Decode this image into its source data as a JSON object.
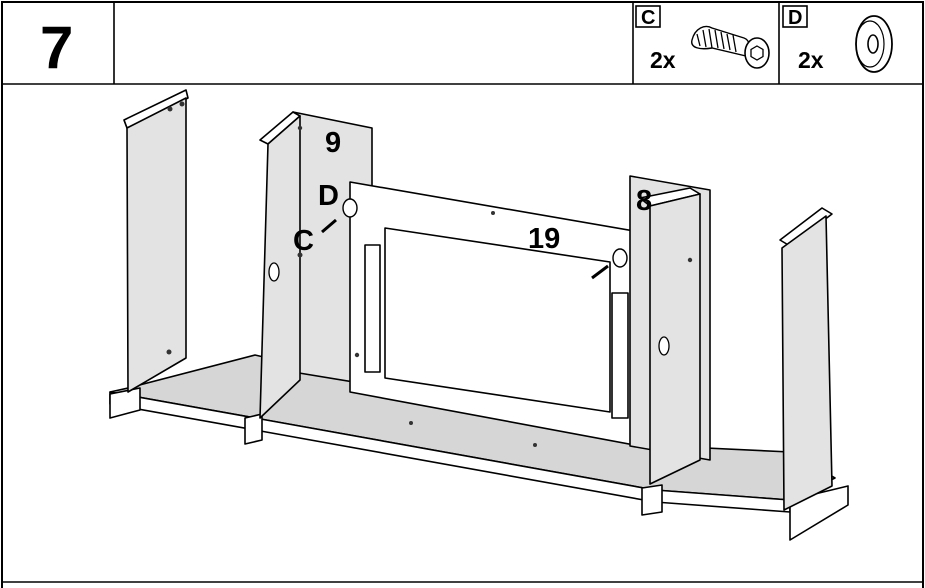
{
  "step": {
    "number": "7"
  },
  "hardware": [
    {
      "code": "C",
      "quantity": "2x",
      "icon": "screw-icon"
    },
    {
      "code": "D",
      "quantity": "2x",
      "icon": "washer-icon"
    }
  ],
  "part_labels": {
    "left_divider": "9",
    "right_divider": "8",
    "back_panel": "19",
    "screw_callout": "C",
    "washer_callout": "D"
  }
}
